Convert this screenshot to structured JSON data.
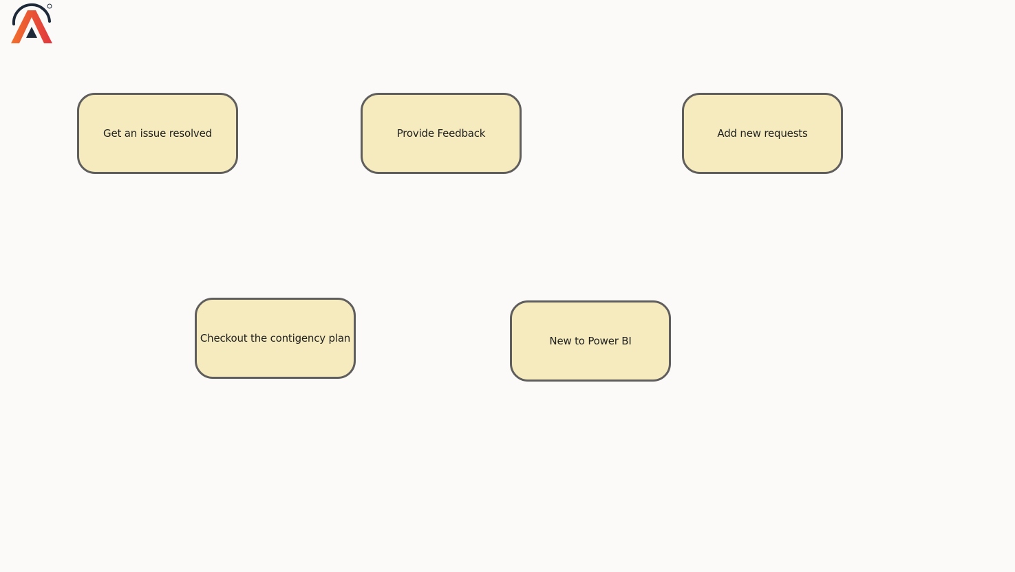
{
  "logo": {
    "icon": "company-logo-icon",
    "colors": {
      "ring": "#1e2a3a",
      "gradient_start": "#f2702c",
      "gradient_end": "#e0363e",
      "inner": "#1e2a3a"
    }
  },
  "tiles": [
    {
      "label": "Get an issue resolved"
    },
    {
      "label": "Provide Feedback"
    },
    {
      "label": "Add new requests"
    },
    {
      "label": "Checkout the contigency plan"
    },
    {
      "label": "New to Power BI"
    }
  ],
  "colors": {
    "background": "#fbfaf8",
    "tile_fill": "#f5ebbf",
    "tile_border": "#605e5c",
    "text": "#1f1f1f"
  }
}
